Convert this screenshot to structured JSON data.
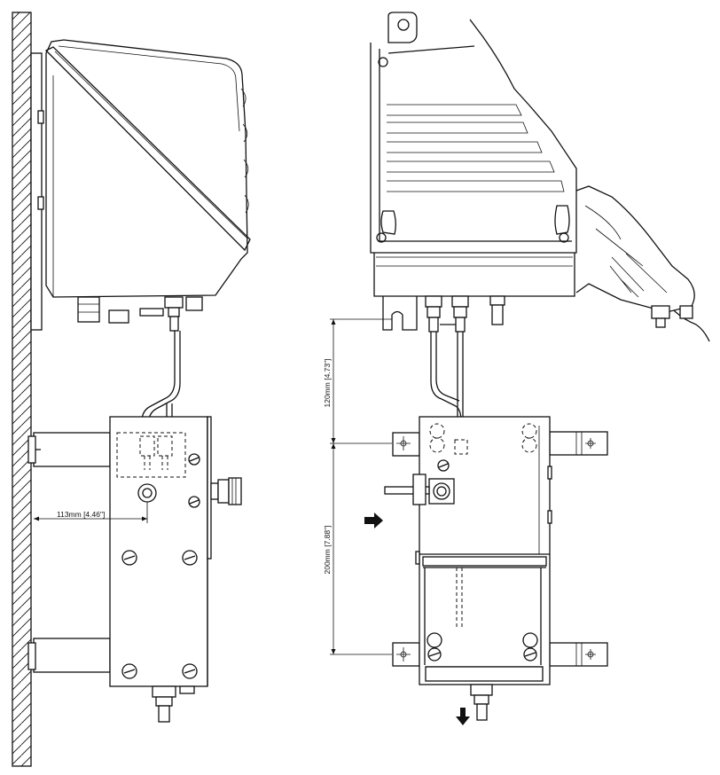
{
  "dimensions": {
    "side_offset": "113mm  [4.46\"]",
    "front_top": "120mm  [4.73\"]",
    "front_main": "200mm  [7.88\"]"
  },
  "colors": {
    "line": "#111111",
    "background": "#ffffff"
  },
  "icons": {
    "flow_in": "arrow-right",
    "flow_out": "arrow-down"
  }
}
